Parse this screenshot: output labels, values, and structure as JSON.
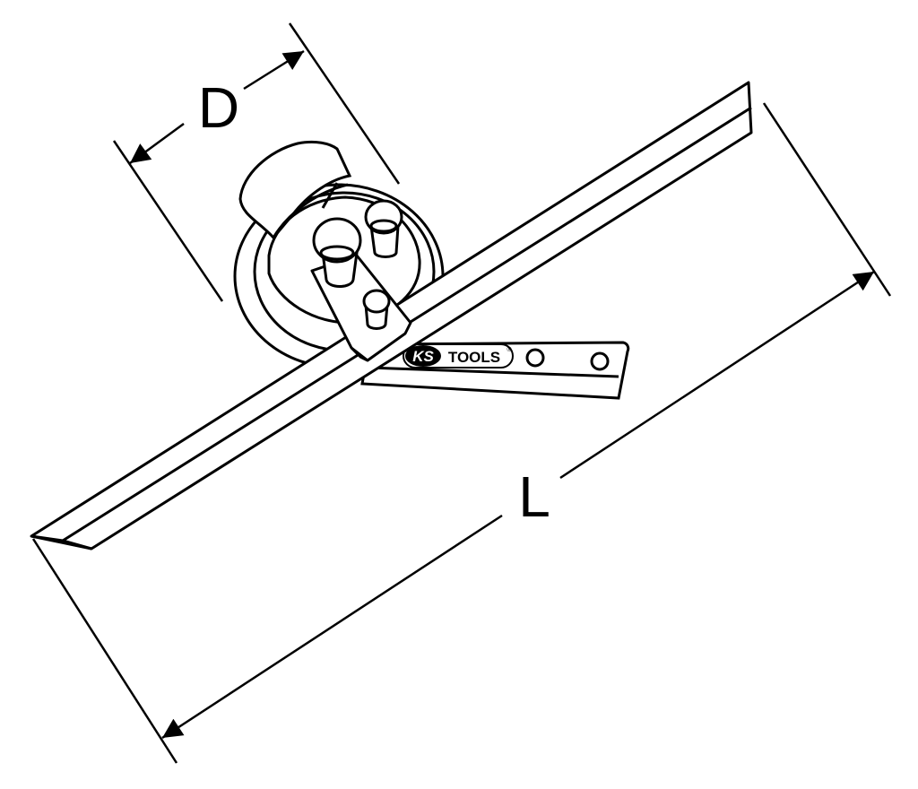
{
  "dimensions": {
    "d_label": "D",
    "l_label": "L"
  },
  "logo": {
    "brand_ks": "KS",
    "brand_tools": "TOOLS",
    "registered": "®"
  },
  "colors": {
    "line": "#000000",
    "background": "#ffffff"
  }
}
